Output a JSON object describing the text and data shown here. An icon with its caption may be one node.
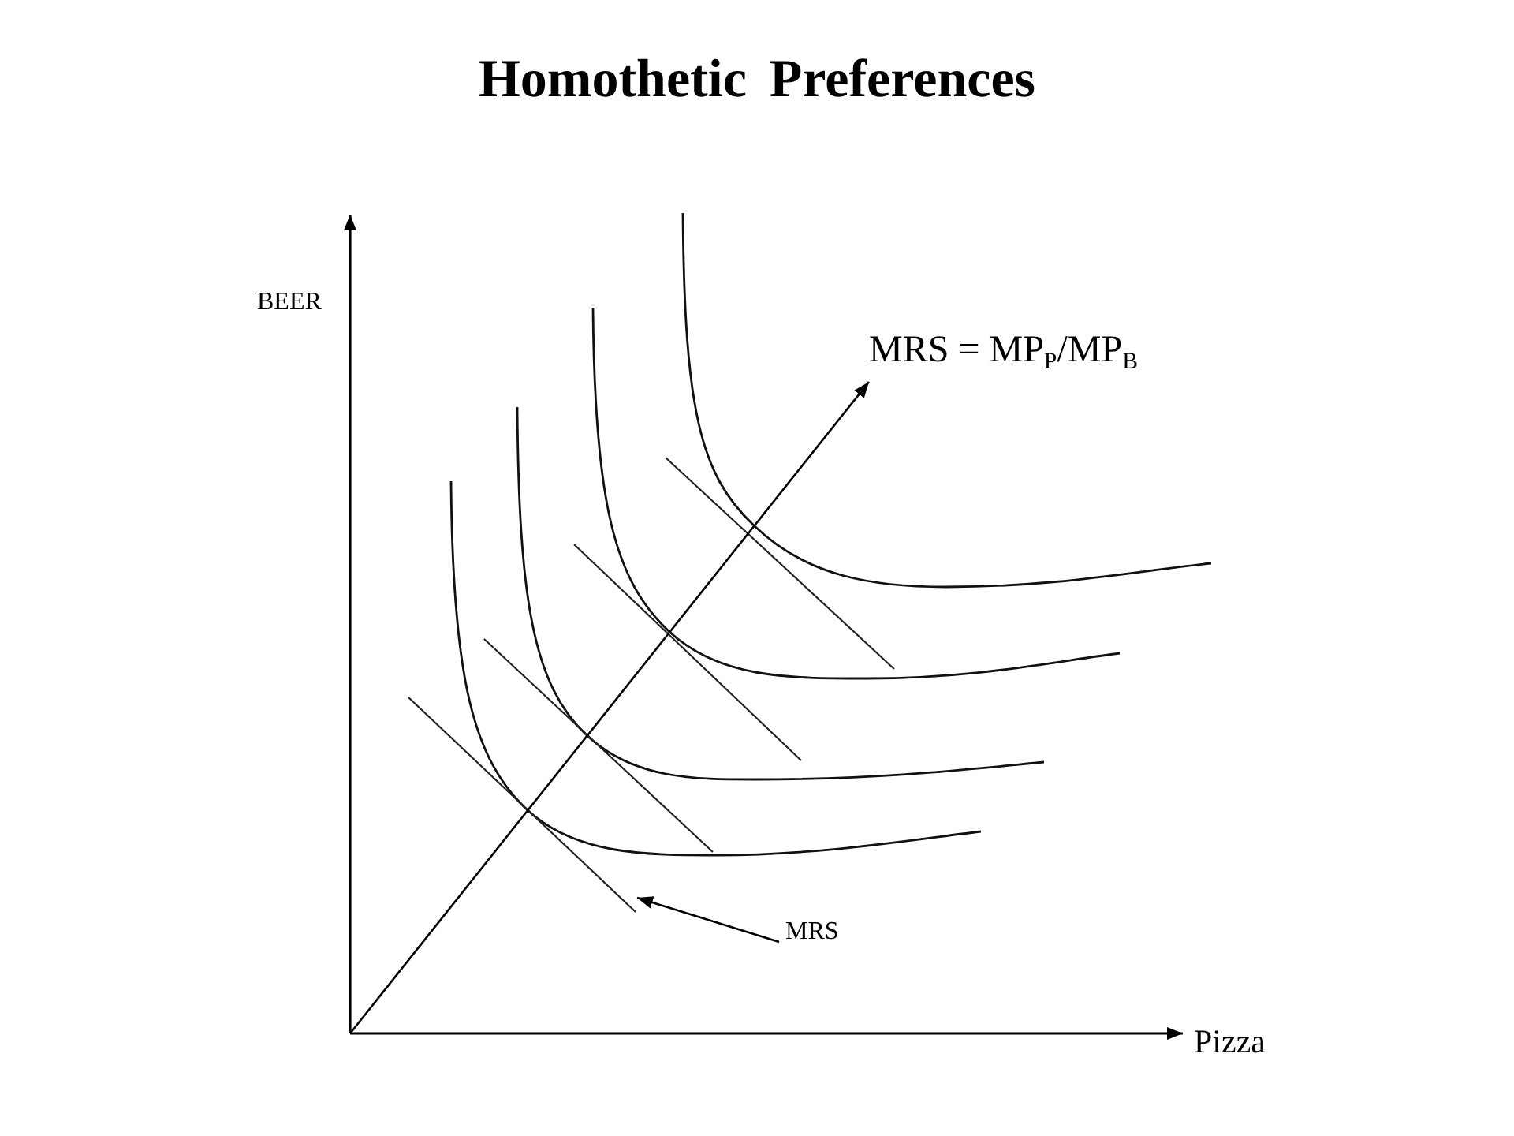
{
  "diagram": {
    "title": "Homothetic Preferences",
    "nodes": [
      {
        "text": [
          "MRS = MP$_{P}$/MP$_{B}$"
        ]
      },
      {
        "text": [
          "MRS"
        ]
      },
      {
        "text": [],
        "shape": "line"
      }
    ],
    "edges": [
      {
        "from": null,
        "to": 0,
        "arrow": "to"
      },
      {
        "from": 1,
        "to": 2,
        "arrow": "to"
      }
    ],
    "labels": [
      "BEER",
      "Pizza"
    ]
  }
}
